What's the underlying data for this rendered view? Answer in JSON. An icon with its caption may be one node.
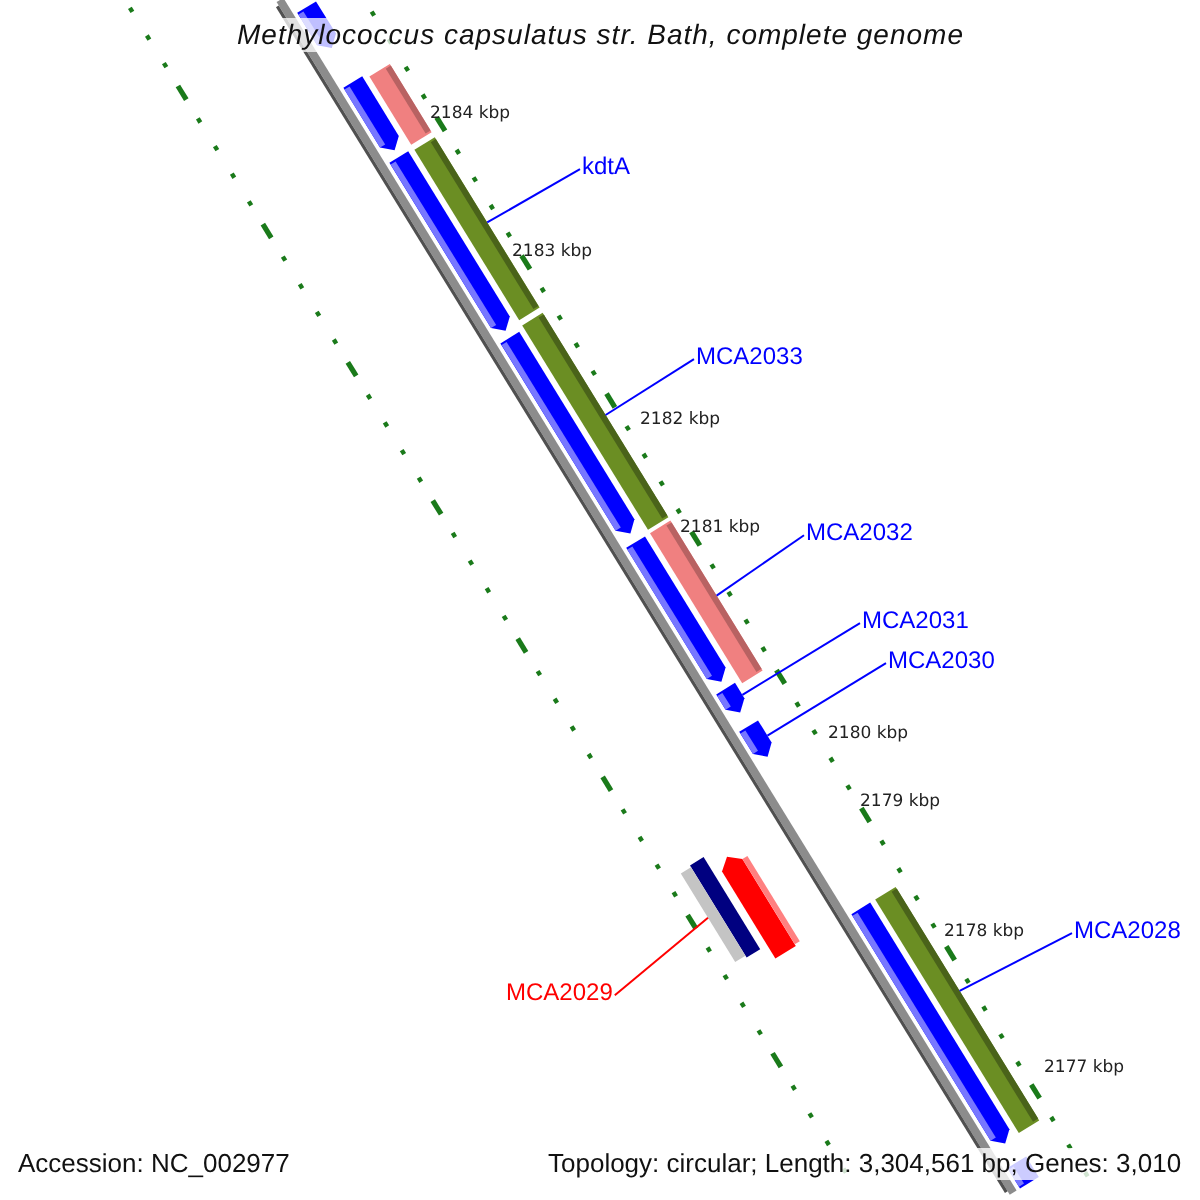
{
  "diagram": {
    "title": "Methylococcus capsulatus str. Bath, complete genome",
    "nodes": [
      {
        "text": [
          "kdtA"
        ]
      },
      {
        "text": [
          "MCA2033"
        ]
      },
      {
        "text": [
          "MCA2032"
        ]
      },
      {
        "text": [
          "MCA2031"
        ]
      },
      {
        "text": [
          "MCA2030"
        ]
      },
      {
        "text": [
          "MCA2028"
        ]
      },
      {
        "text": [
          "MCA2029"
        ]
      },
      {
        "text": [],
        "shape": "pentagon"
      },
      {
        "text": [],
        "shape": "pentagon"
      },
      {
        "text": [],
        "shape": "bar"
      },
      {
        "text": [],
        "shape": "pentagon"
      },
      {
        "text": [],
        "shape": "bar"
      },
      {
        "text": [],
        "shape": "bar"
      },
      {
        "text": [],
        "shape": "pentagon"
      },
      {
        "text": [],
        "shape": "pentagon"
      },
      {
        "text": [],
        "shape": "bar"
      },
      {
        "text": [],
        "shape": "pentagon"
      },
      {
        "text": [],
        "shape": "pentagon"
      },
      {
        "text": [],
        "shape": "bar"
      },
      {
        "text": [],
        "shape": "pentagon"
      },
      {
        "text": [],
        "shape": "pentagon"
      },
      {
        "text": [],
        "shape": "bar"
      },
      {
        "text": [],
        "shape": "bar"
      }
    ],
    "edges": [
      {
        "from": 0,
        "to": 11,
        "arrow": "none"
      },
      {
        "from": 1,
        "to": 12,
        "arrow": "none"
      },
      {
        "from": 2,
        "to": 15,
        "arrow": "none"
      },
      {
        "from": 3,
        "to": 16,
        "arrow": "none"
      },
      {
        "from": 4,
        "to": 17,
        "arrow": "none"
      },
      {
        "from": 5,
        "to": 21,
        "arrow": "none"
      },
      {
        "from": 6,
        "to": 18,
        "arrow": "none",
        "color": "#ff0000"
      }
    ],
    "labels": [
      "2184 kbp",
      "2183 kbp",
      "2182 kbp",
      "2181 kbp",
      "2180 kbp",
      "2179 kbp",
      "2178 kbp",
      "2177 kbp",
      "Accession: NC_002977",
      "Topology: circular; Length: 3,304,561 bp; Genes: 3,010"
    ]
  }
}
